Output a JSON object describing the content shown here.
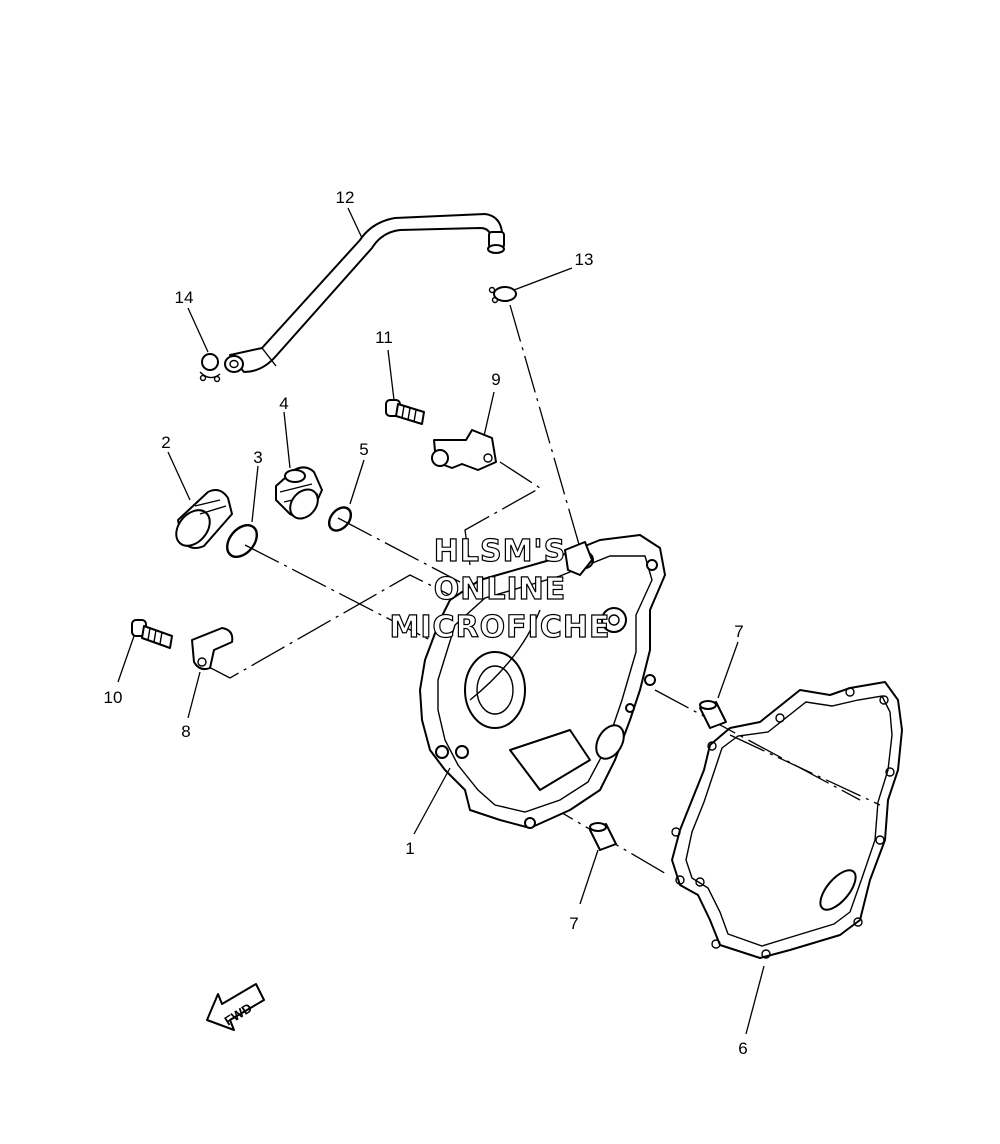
{
  "callouts": {
    "c1": "1",
    "c2": "2",
    "c3": "3",
    "c4": "4",
    "c5": "5",
    "c6": "6",
    "c7a": "7",
    "c7b": "7",
    "c8": "8",
    "c9": "9",
    "c10": "10",
    "c11": "11",
    "c12": "12",
    "c13": "13",
    "c14": "14"
  },
  "watermark": {
    "line1": "HLSM'S",
    "line2": "ONLINE",
    "line3": "MICROFICHE"
  },
  "fwd_arrow": {
    "label": "FWD"
  }
}
